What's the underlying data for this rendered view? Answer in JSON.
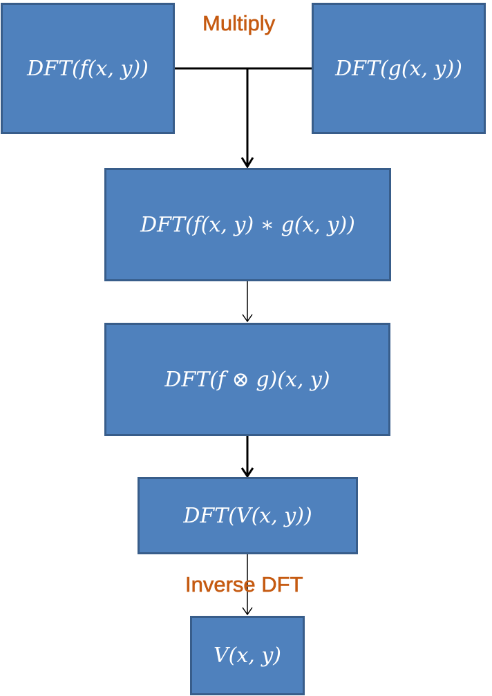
{
  "diagram": {
    "boxes": {
      "dft_f": "DFT(f(x, y))",
      "dft_g": "DFT(g(x, y))",
      "dft_product": "DFT(f(x, y) ∗ g(x, y))",
      "dft_convolution": "DFT(f ⊗ g)(x, y)",
      "dft_v": "DFT(V(x, y))",
      "v": "V(x, y)"
    },
    "labels": {
      "multiply": "Multiply",
      "inverse_dft": "Inverse DFT"
    },
    "colors": {
      "box_fill": "#4f81bd",
      "box_border": "#385d8a",
      "box_text": "#ffffff",
      "label_text": "#c55a11",
      "connector": "#000000"
    }
  }
}
